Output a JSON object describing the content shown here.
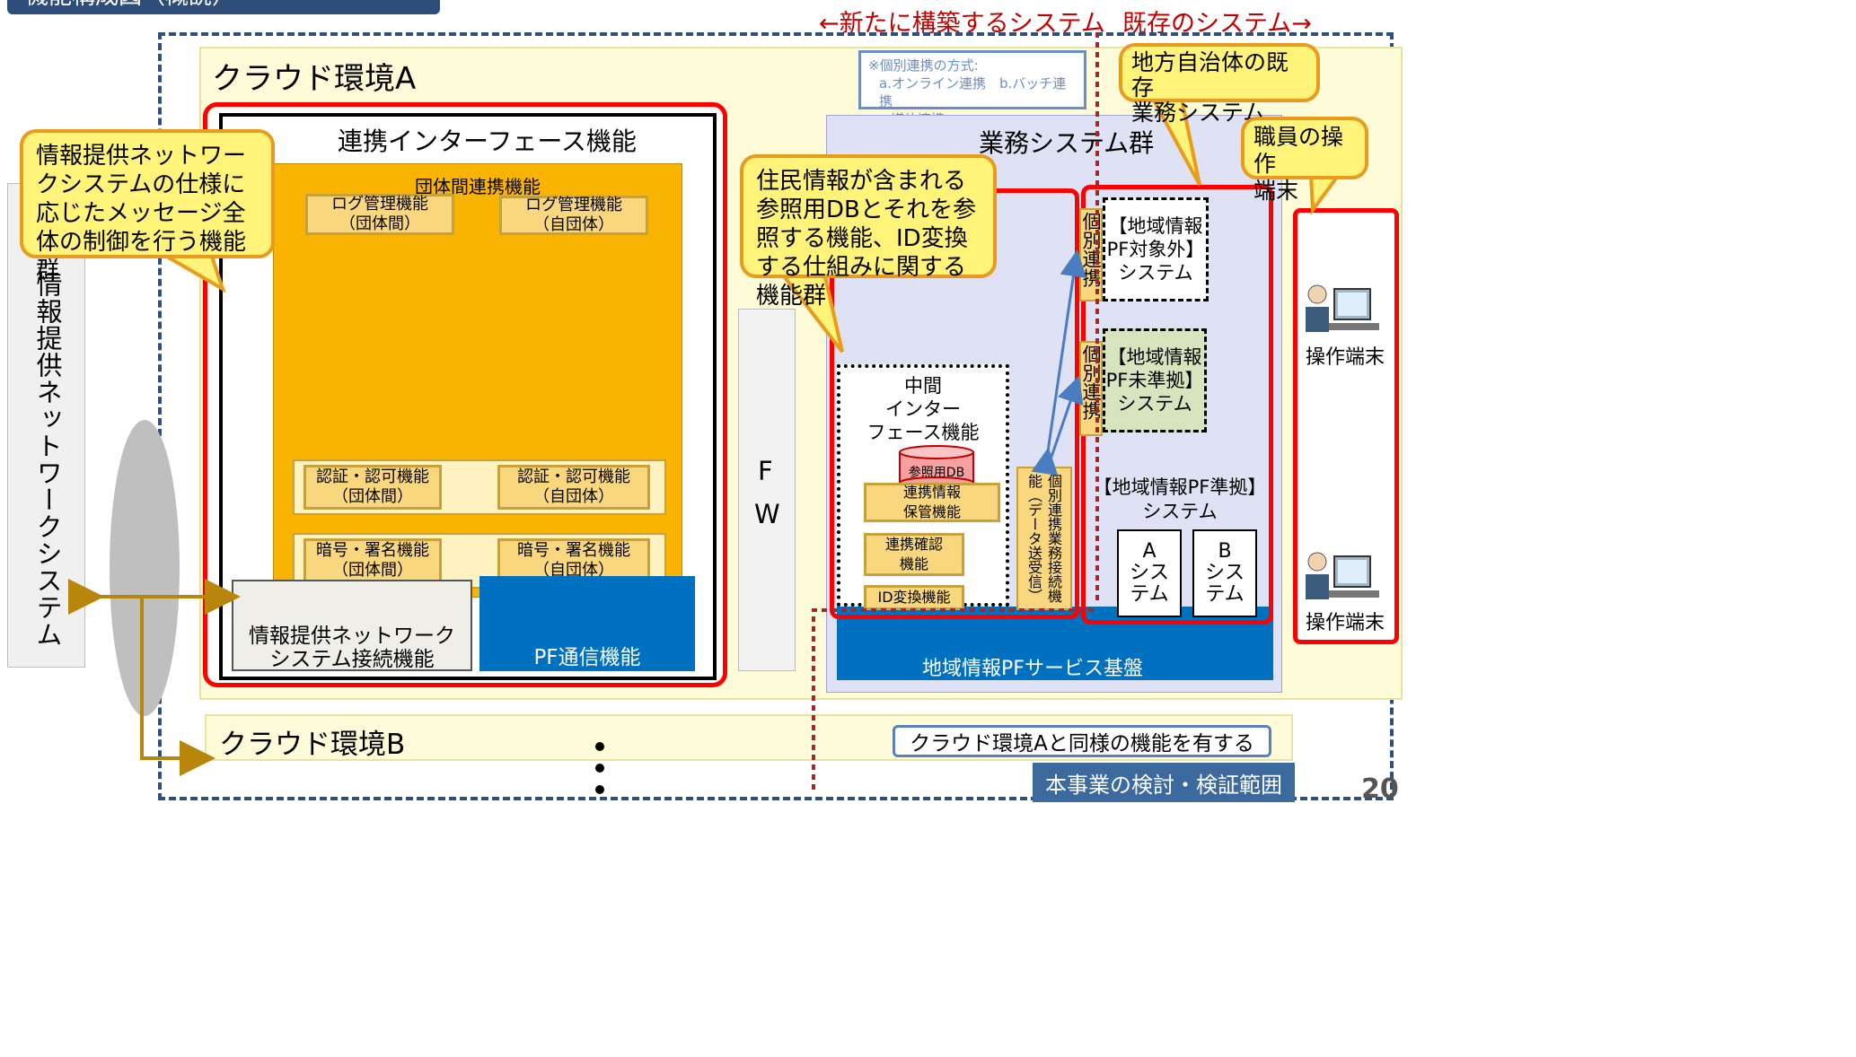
{
  "header": {
    "title_tab": "機能構成図（概説）",
    "new_system_label": "←新たに構築するシステム",
    "existing_system_label": "既存のシステム→"
  },
  "cloud_a": {
    "title": "クラウド環境A",
    "note": {
      "line1": "※個別連携の方式:",
      "line2": "a.オンライン連携　b.バッチ連携",
      "line3": "c.媒体連携"
    }
  },
  "left_system": {
    "label": "情報提供ネットワークシステム"
  },
  "interface_block": {
    "title": "連携インターフェース機能",
    "inter_org": {
      "title": "団体間連携機能",
      "log_inter": "ログ管理機能\n（団体間）",
      "log_self": "ログ管理機能\n（自団体）",
      "auth_inter": "認証・認可機能\n（団体間）",
      "auth_self": "認証・認可機能\n（自団体）",
      "crypto_inter": "暗号・署名機能\n（団体間）",
      "crypto_self": "暗号・署名機能\n（自団体）"
    },
    "network_connect": "情報提供ネットワーク\nシステム接続機能",
    "pf_comm": "PF通信機能"
  },
  "fw": {
    "line1": "F",
    "line2": "W"
  },
  "business_group": {
    "title": "業務システム群",
    "middle": {
      "title": "中間\nインター\nフェース機能",
      "db": "参照用DB",
      "storage": "連携情報\n保管機能",
      "confirm": "連携確認\n機能",
      "id_convert": "ID変換機能"
    },
    "individual_link": "個別連携業務接続機能（データ送受信）",
    "link1": "個別連携",
    "link2": "個別連携",
    "sys_out": "【地域情報\nPF対象外】\nシステム",
    "sys_partial": "【地域情報\nPF未準拠】\nシステム",
    "sys_compliant": "【地域情報PF準拠】\nシステム",
    "sys_a": "A\nシス\nテム",
    "sys_b": "B\nシス\nテム",
    "platform": "地域情報PFサービス基盤"
  },
  "terminals": {
    "t1": "操作端末",
    "t2": "操作端末"
  },
  "callouts": {
    "network_msg": "情報提供ネットワークシステムの仕様に応じたメッセージ全体の制御を行う機能群",
    "resident_db": "住民情報が含まれる参照用DBとそれを参照する機能、ID変換する仕組みに関する機能群",
    "local_gov": "地方自治体の既存\n業務システム",
    "staff_terminal": "職員の操作\n端末"
  },
  "cloud_b": {
    "title": "クラウド環境B",
    "desc": "クラウド環境Aと同様の機能を有する"
  },
  "scope_label": "本事業の検討・検証範囲",
  "page_number": "20",
  "colors": {
    "navy": "#1f4e79",
    "orange": "#f9b200",
    "red": "#ff0000",
    "blue": "#0070c0",
    "olive": "#b8860b",
    "lavender": "#dde0f3",
    "pale_yellow": "#fdfbd8"
  }
}
